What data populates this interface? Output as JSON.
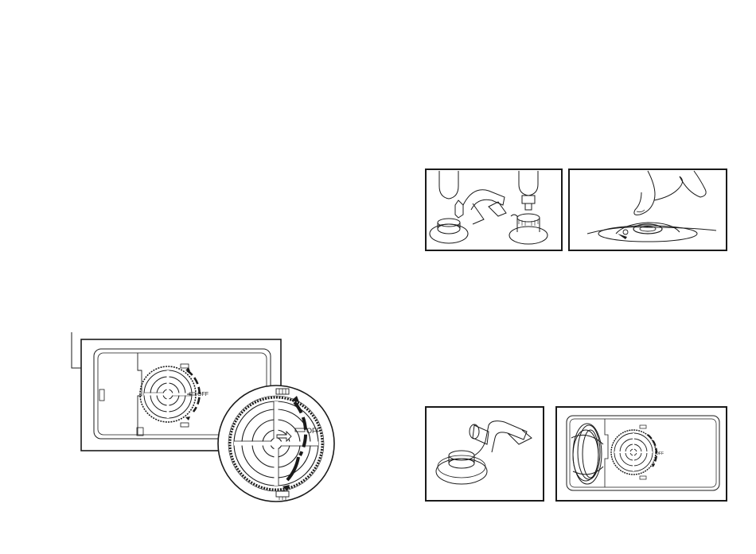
{
  "dial_main": {
    "off_label": "OFF"
  },
  "dial_small": {
    "off_label": "OFF"
  },
  "dial_photo": {
    "off_label": "OFF"
  }
}
